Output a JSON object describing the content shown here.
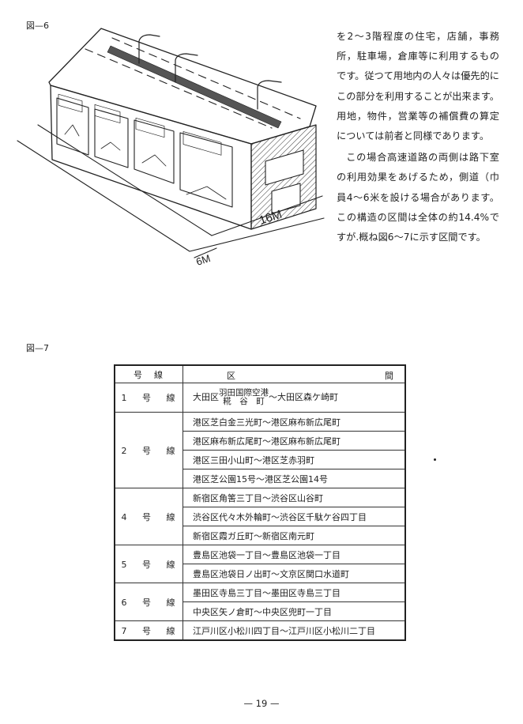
{
  "figure6": {
    "label": "図—6",
    "dims": {
      "road_width": "16M",
      "sidewalk_width": "6M"
    }
  },
  "body_text": {
    "paragraph1": "を2～3階程度の住宅，店舗，事務所，駐車場，倉庫等に利用するものです。従つて用地内の人々は優先的にこの部分を利用することが出来ます。用地，物件，営業等の補償費の算定については前者と同様であります。",
    "paragraph2": "この場合高速道路の両側は路下室の利用効果をあげるため，側道（巾員4～6米を設ける場合があります。この構造の区間は全体の約14.4%ですが.概ね図6～7に示す区間です。"
  },
  "figure7": {
    "label": "図—7",
    "header": {
      "line": "号　線",
      "section_start": "区",
      "section_end": "間"
    },
    "rows": [
      {
        "line": "1 号 線",
        "sections": [
          {
            "prefix": "大田区",
            "stack_top": "羽田国際空港",
            "stack_bottom": "糀　谷　町",
            "suffix": "～大田区森ケ崎町"
          }
        ]
      },
      {
        "line": "2 号 線",
        "sections": [
          {
            "text": "港区芝白金三光町～港区麻布新広尾町"
          },
          {
            "text": "港区麻布新広尾町～港区麻布新広尾町"
          },
          {
            "text": "港区三田小山町～港区芝赤羽町"
          },
          {
            "text": "港区芝公園15号～港区芝公園14号"
          }
        ]
      },
      {
        "line": "4 号 線",
        "sections": [
          {
            "text": "新宿区角筈三丁目～渋谷区山谷町"
          },
          {
            "text": "渋谷区代々木外輪町～渋谷区千駄ケ谷四丁目"
          },
          {
            "text": "新宿区霞ガ丘町～新宿区南元町"
          }
        ]
      },
      {
        "line": "5 号 線",
        "sections": [
          {
            "text": "豊島区池袋一丁目～豊島区池袋一丁目"
          },
          {
            "text": "豊島区池袋日ノ出町～文京区関口水道町"
          }
        ]
      },
      {
        "line": "6 号 線",
        "sections": [
          {
            "text": "墨田区寺島三丁目～墨田区寺島三丁目"
          },
          {
            "text": "中央区矢ノ倉町～中央区兜町一丁目"
          }
        ]
      },
      {
        "line": "7 号 線",
        "sections": [
          {
            "text": "江戸川区小松川四丁目～江戸川区小松川二丁目"
          }
        ]
      }
    ]
  },
  "page_number": "— 19 —"
}
